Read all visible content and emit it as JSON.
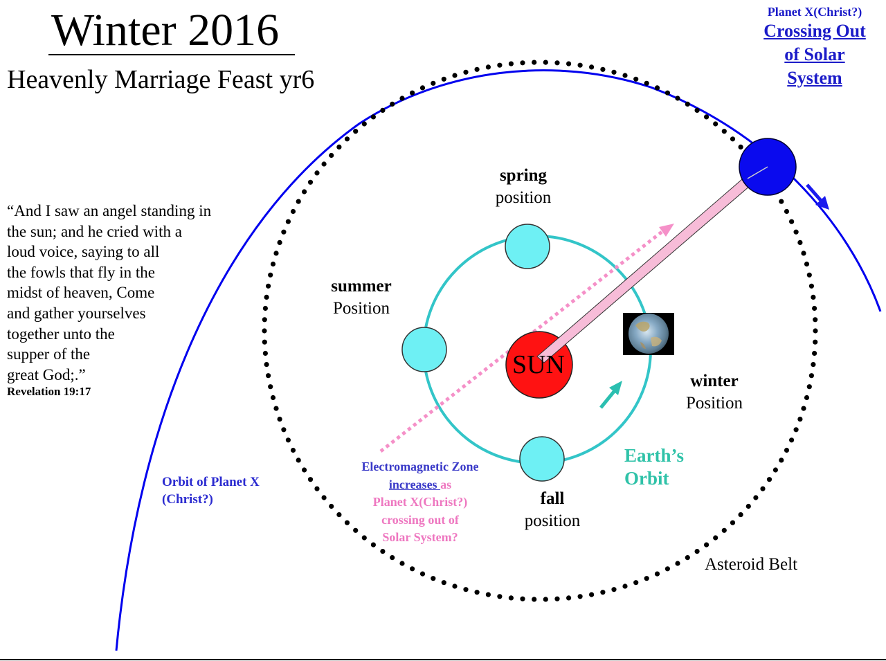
{
  "title": "Winter 2016",
  "subtitle": "Heavenly Marriage Feast yr6",
  "quote": {
    "lines": [
      "“And I saw an angel standing in",
      "the sun; and he cried with a",
      "loud voice, saying to all",
      "the fowls that fly in the",
      "midst of heaven, Come",
      "and gather yourselves",
      "together unto the",
      "supper of the",
      "great God;.”"
    ],
    "reference": "Revelation 19:17"
  },
  "planet_x": {
    "label": "Planet X(Christ?)",
    "crossing_lines": [
      "Crossing Out",
      "of Solar",
      "System"
    ]
  },
  "seasons": {
    "spring": {
      "name": "spring",
      "word": "position"
    },
    "summer": {
      "name": "summer",
      "word": "Position"
    },
    "winter": {
      "name": "winter",
      "word": "Position"
    },
    "fall": {
      "name": "fall",
      "word": "position"
    }
  },
  "sun_label": "SUN",
  "orbit_of_planet_x": [
    "Orbit of Planet X",
    "(Christ?)"
  ],
  "em_zone": {
    "line1": "Electromagnetic Zone",
    "increases": "increases ",
    "as": "as",
    "pink_lines": [
      "Planet X(Christ?)",
      "crossing out of",
      "Solar System?"
    ]
  },
  "earths_orbit": [
    "Earth’s",
    "Orbit"
  ],
  "asteroid_belt": "Asteroid Belt",
  "colors": {
    "planet_x_orbit": "#0000ee",
    "planet_x_fill": "#0a0aee",
    "earth_orbit": "#33c5c8",
    "season_fill": "#6ef0f4",
    "sun_fill": "#ff1212",
    "beam_fill": "#f7bcd8",
    "em_arrow": "#f590c8",
    "teal_arrow": "#2bbfb0"
  }
}
